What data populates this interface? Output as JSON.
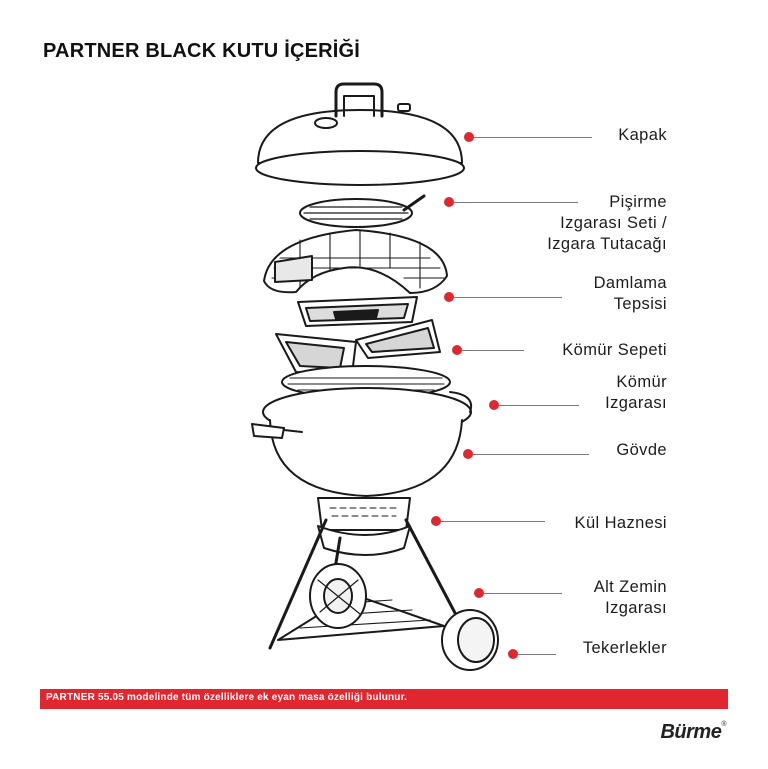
{
  "title": "PARTNER BLACK KUTU İÇERİĞİ",
  "parts": [
    {
      "label": "Kapak"
    },
    {
      "label": "Pişirme\nIzgarası Seti /\nIzgara Tutacağı"
    },
    {
      "label": "Damlama\nTepsisi"
    },
    {
      "label": "Kömür Sepeti"
    },
    {
      "label": "Kömür\nIzgarası"
    },
    {
      "label": "Gövde"
    },
    {
      "label": "Kül Haznesi"
    },
    {
      "label": "Alt Zemin\nIzgarası"
    },
    {
      "label": "Tekerlekler"
    }
  ],
  "footer": {
    "note": "PARTNER 55.05 modelinde tüm özelliklere ek eyan masa özelliği bulunur."
  },
  "brand": {
    "name": "Bürme",
    "mark": "®"
  },
  "colors": {
    "accent": "#e0262f",
    "line": "#7a7a7a",
    "text": "#1d1d1d"
  }
}
